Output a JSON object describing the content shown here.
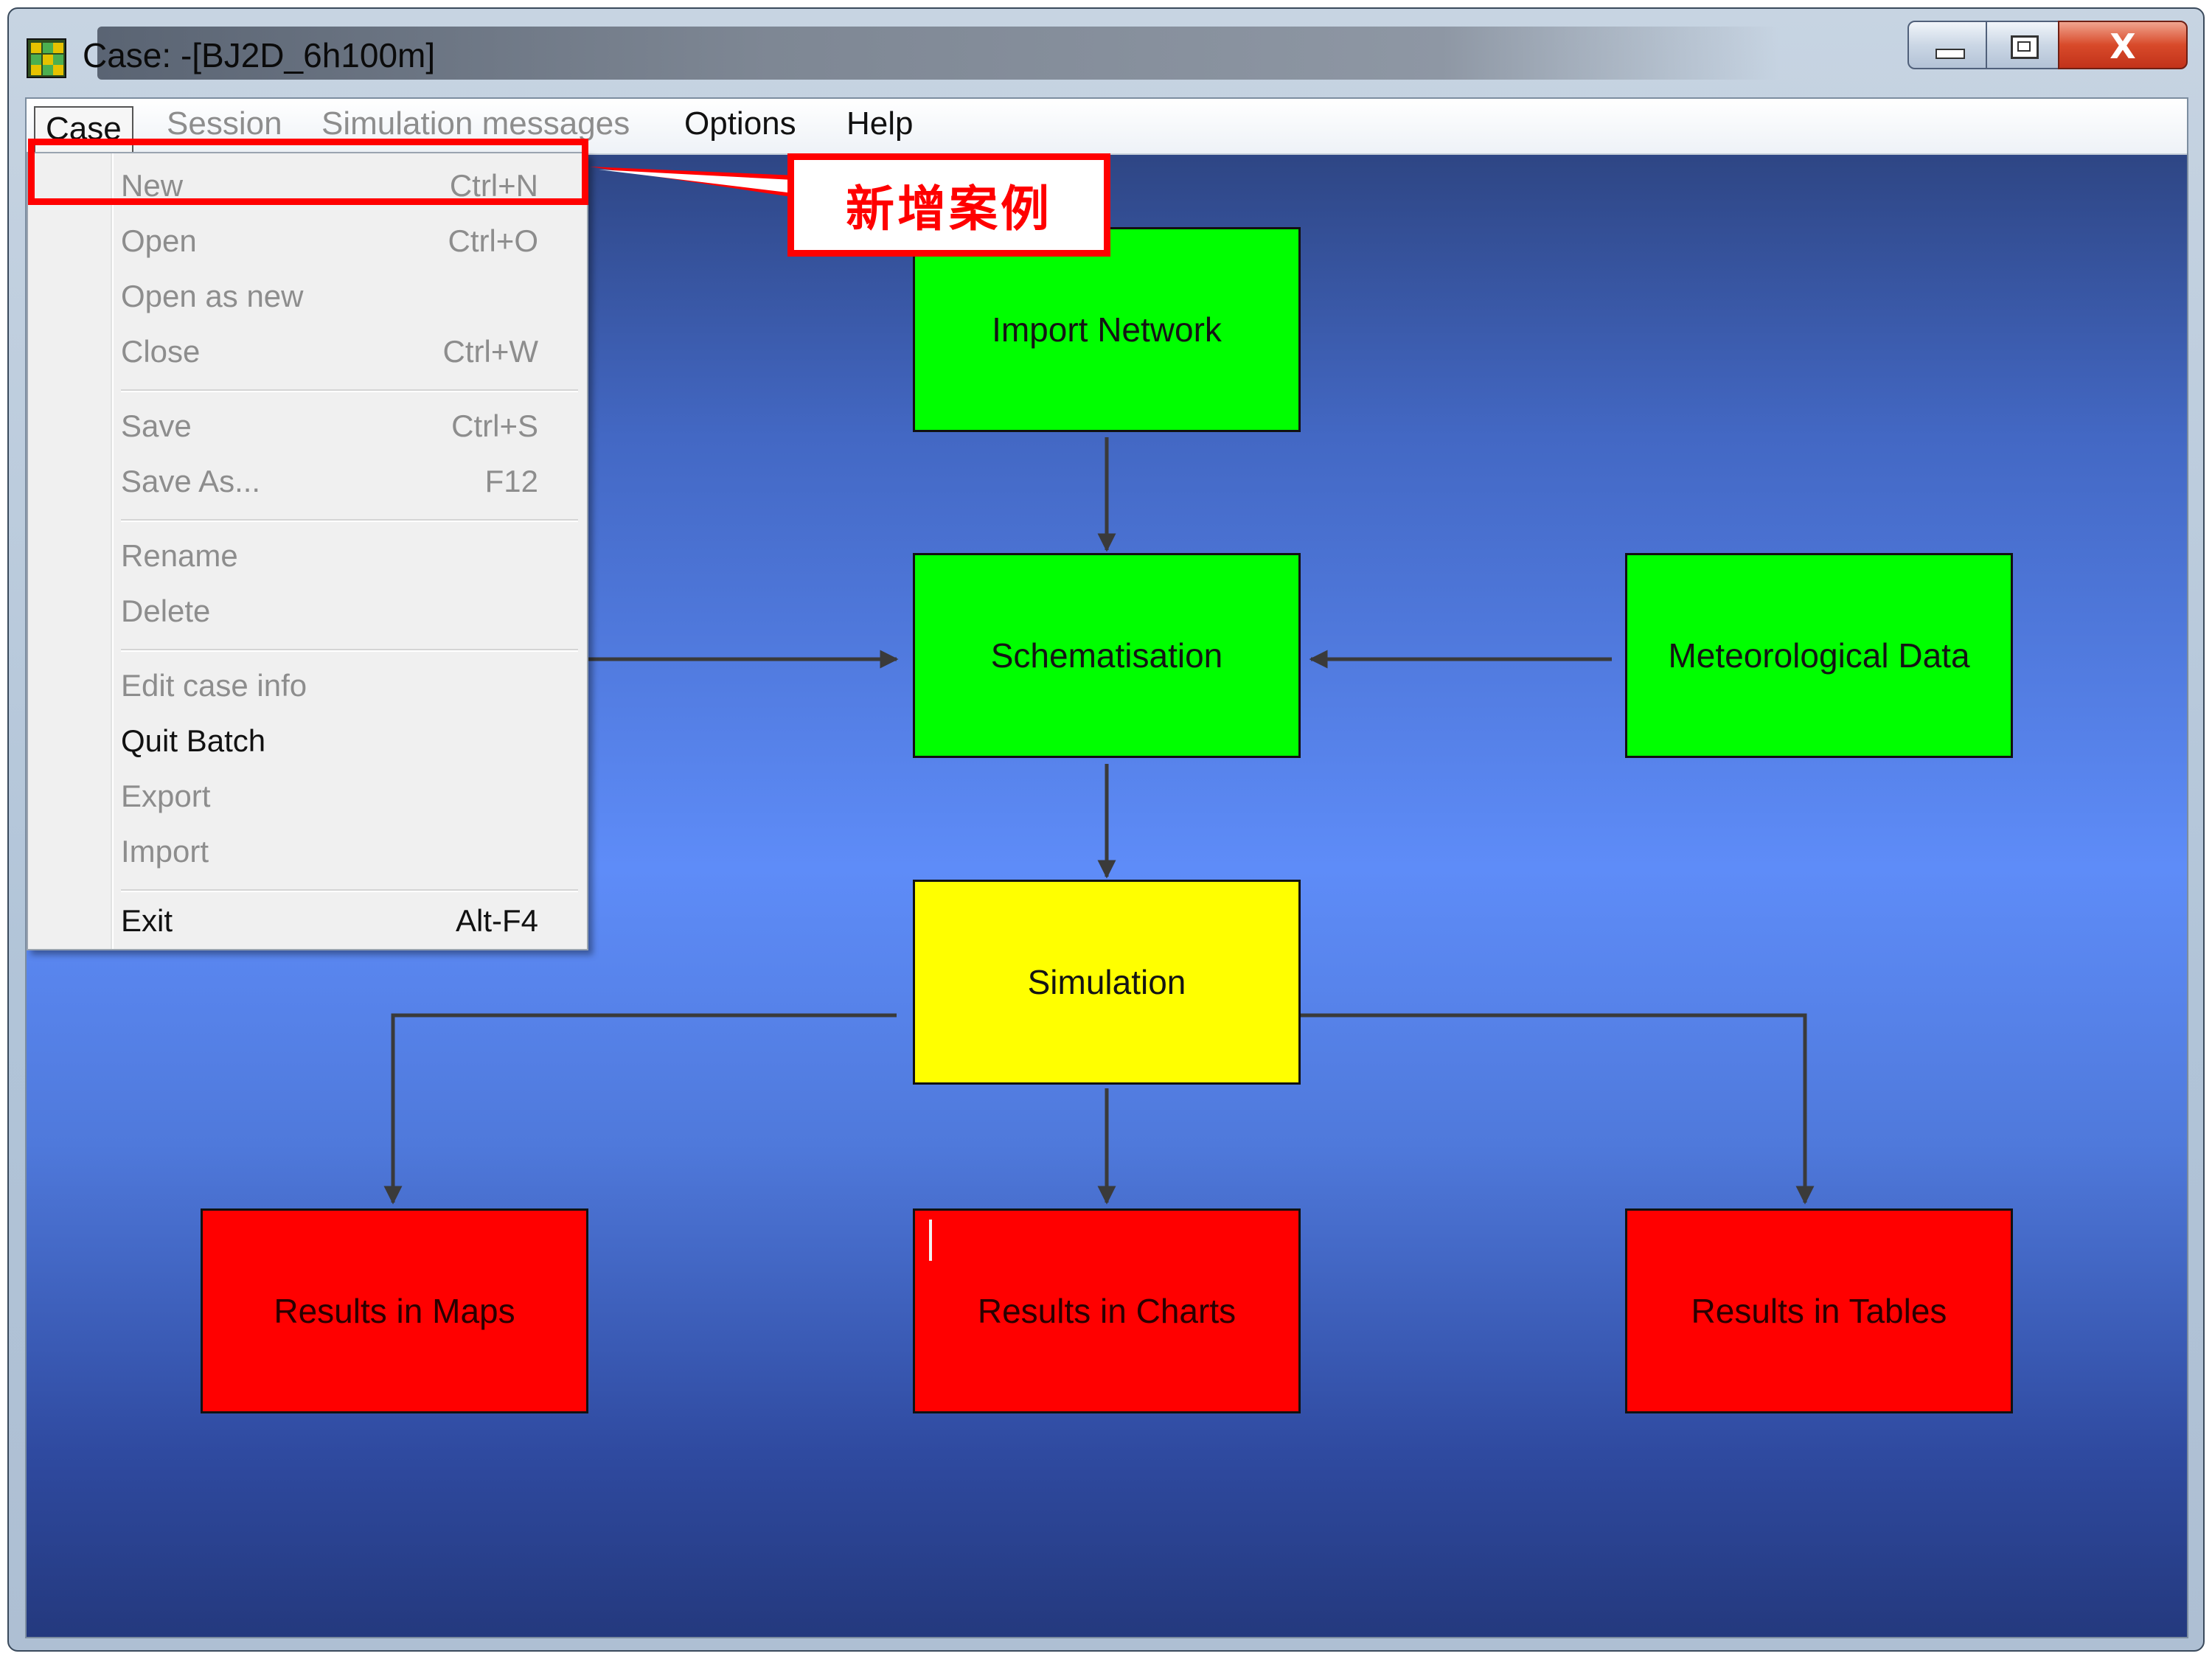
{
  "window": {
    "title": "Case: -[BJ2D_6h100m]",
    "controls": {
      "minimize": "minimize",
      "maximize": "maximize",
      "close": "X"
    }
  },
  "menubar": {
    "case": "Case",
    "session": "Session",
    "simulation_messages": "Simulation messages",
    "options": "Options",
    "help": "Help"
  },
  "case_menu": {
    "new": {
      "label": "New",
      "shortcut": "Ctrl+N"
    },
    "open": {
      "label": "Open",
      "shortcut": "Ctrl+O"
    },
    "open_as_new": {
      "label": "Open as new",
      "shortcut": ""
    },
    "close": {
      "label": "Close",
      "shortcut": "Ctrl+W"
    },
    "save": {
      "label": "Save",
      "shortcut": "Ctrl+S"
    },
    "save_as": {
      "label": "Save As...",
      "shortcut": "F12"
    },
    "rename": {
      "label": "Rename",
      "shortcut": ""
    },
    "delete": {
      "label": "Delete",
      "shortcut": ""
    },
    "edit_case_info": {
      "label": "Edit case info",
      "shortcut": ""
    },
    "quit_batch": {
      "label": "Quit Batch",
      "shortcut": ""
    },
    "export": {
      "label": "Export",
      "shortcut": ""
    },
    "import": {
      "label": "Import",
      "shortcut": ""
    },
    "exit": {
      "label": "Exit",
      "shortcut": "Alt-F4"
    }
  },
  "flow": {
    "import_network": "Import Network",
    "schematisation": "Schematisation",
    "meteorological_data": "Meteorological Data",
    "simulation": "Simulation",
    "results_maps": "Results in Maps",
    "results_charts": "Results in Charts",
    "results_tables": "Results in Tables"
  },
  "annotation": {
    "callout_text": "新增案例"
  },
  "colors": {
    "done": "#00ff00",
    "active": "#ffff00",
    "pending": "#ff0000",
    "annotation": "#ff0000"
  }
}
